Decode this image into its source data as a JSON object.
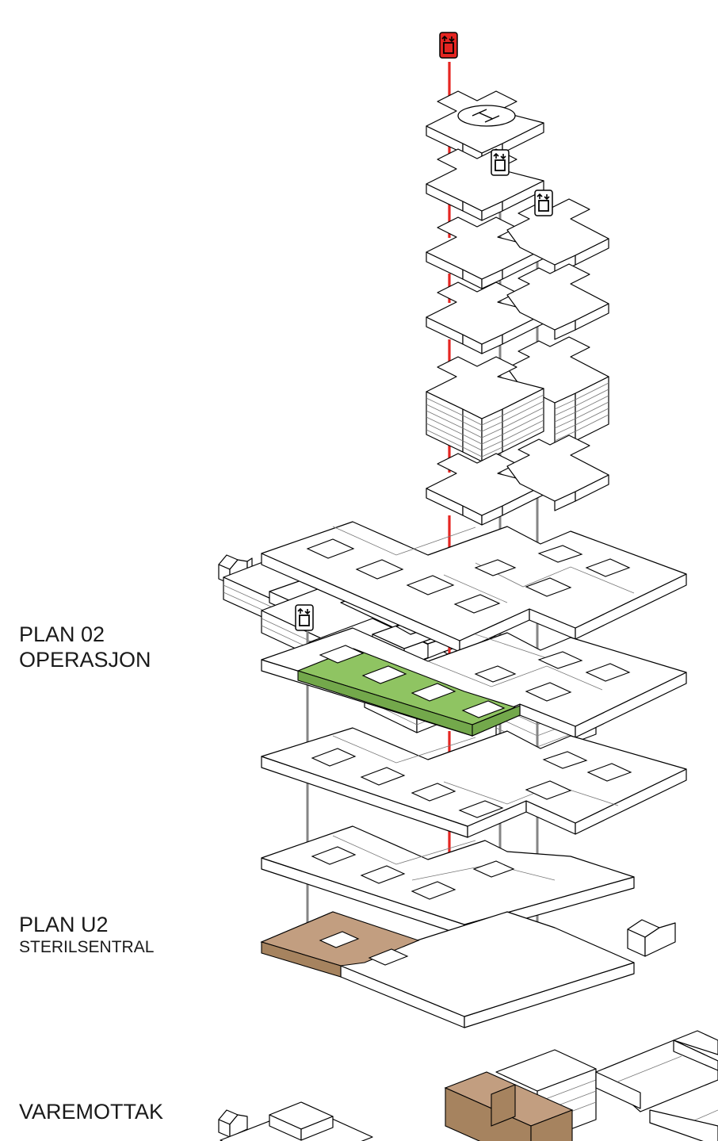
{
  "labels": {
    "plan02_line1": "PLAN 02",
    "plan02_line2": "OPERASJON",
    "planu2_line1": "PLAN U2",
    "planu2_line2": "STERILSENTRAL",
    "varemottak": "VAREMOTTAK"
  },
  "legend_colors": {
    "operasjon": "#8fc462",
    "sterilsentral": "#c29e80",
    "varemottak": "#c29e80",
    "primary_elevator": "#e52521",
    "other_elevators": "#858585"
  },
  "icons": [
    "elevator-icon-red",
    "elevator-icon",
    "elevator-icon",
    "elevator-icon",
    "helipad-icon"
  ]
}
